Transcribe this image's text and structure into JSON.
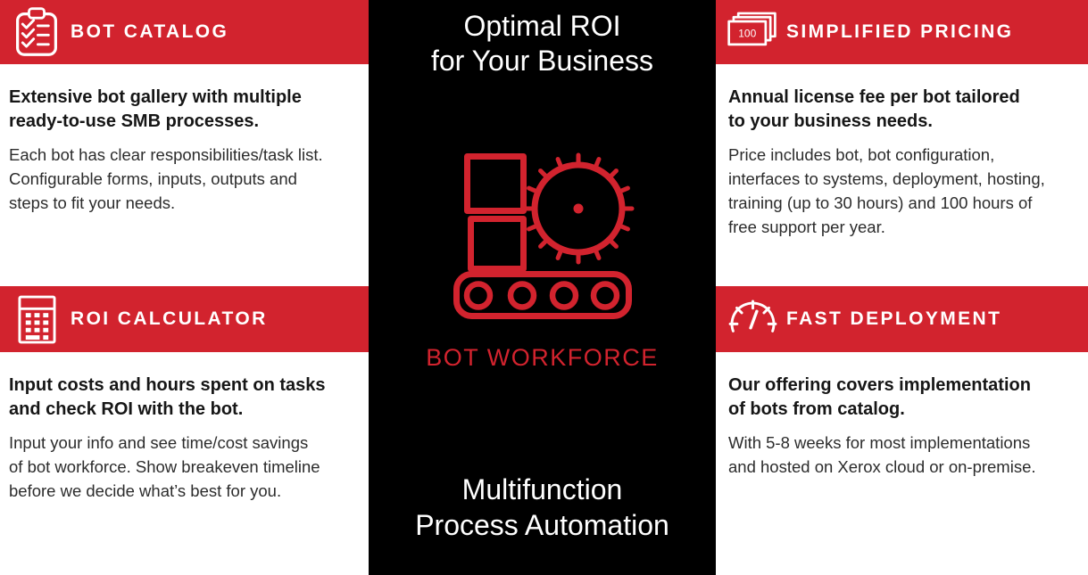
{
  "slide": {
    "colors": {
      "red": "#D2232E",
      "panel_black": "#000000"
    },
    "center": {
      "title": "Optimal ROI\nfor Your Business",
      "workforce_label": "BOT WORKFORCE",
      "subtitle": "Multifunction\nProcess Automation"
    },
    "sections": {
      "bot_catalog": {
        "banner": "BOT CATALOG",
        "heading": "Extensive bot gallery with multiple\nready-to-use SMB processes.",
        "body": "Each bot has clear responsibilities/task list.\nConfigurable forms, inputs, outputs and\nsteps to fit your needs."
      },
      "roi_calculator": {
        "banner": "ROI CALCULATOR",
        "heading": "Input costs and hours spent on tasks\nand check ROI with the bot.",
        "body": "Input your info and see time/cost savings\nof bot workforce. Show breakeven timeline\nbefore we decide what’s best for you."
      },
      "simplified_pricing": {
        "banner": "SIMPLIFIED PRICING",
        "icon_text": "100",
        "heading": "Annual license fee per bot tailored\nto your business needs.",
        "body": "Price includes bot, bot configuration,\ninterfaces to systems, deployment, hosting,\ntraining (up to 30 hours) and 100 hours of\nfree support per year."
      },
      "fast_deployment": {
        "banner": "FAST DEPLOYMENT",
        "heading": "Our offering covers implementation\nof bots from catalog.",
        "body": "With 5-8 weeks for most implementations\nand hosted on Xerox cloud or on-premise."
      }
    }
  }
}
